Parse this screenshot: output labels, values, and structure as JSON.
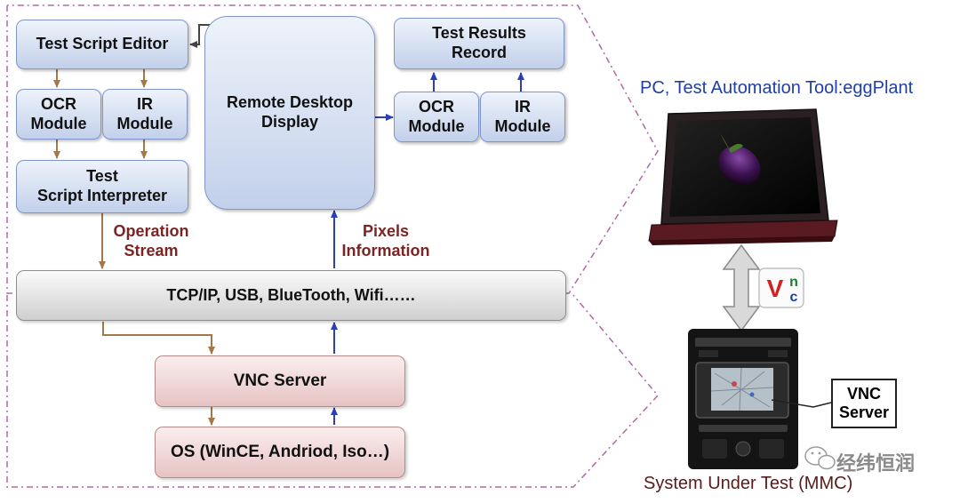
{
  "diagram": {
    "boxes": {
      "test_script_editor": "Test Script Editor",
      "ocr_module_left": "OCR\nModule",
      "ir_module_left": "IR\nModule",
      "test_script_interpreter": "Test\nScript  Interpreter",
      "remote_desktop_display": "Remote Desktop\nDisplay",
      "test_results_record": "Test Results\nRecord",
      "ocr_module_right": "OCR\nModule",
      "ir_module_right": "IR\nModule",
      "transport_bar": "TCP/IP, USB, BlueTooth, Wifi……",
      "vnc_server": "VNC Server",
      "os_box": "OS (WinCE, Andriod, Iso…)"
    },
    "edge_labels": {
      "operation_stream": "Operation\nStream",
      "pixels_information": "Pixels\nInformation"
    },
    "pc_caption": "PC, Test Automation Tool:eggPlant",
    "sut_caption": "System Under Test (MMC)",
    "vnc_callout": "VNC\nServer",
    "vnc_logo": {
      "v": "V",
      "n": "n",
      "c": "c"
    },
    "watermark": "经纬恒润",
    "colors": {
      "blue_box_border": "#8096c8",
      "pink_box_border": "#b98789",
      "label_text": "#7a2424",
      "caption_blue": "#1f3fa8",
      "caption_dark": "#5a1a1a",
      "dashed_outline": "#b06aa0"
    }
  }
}
